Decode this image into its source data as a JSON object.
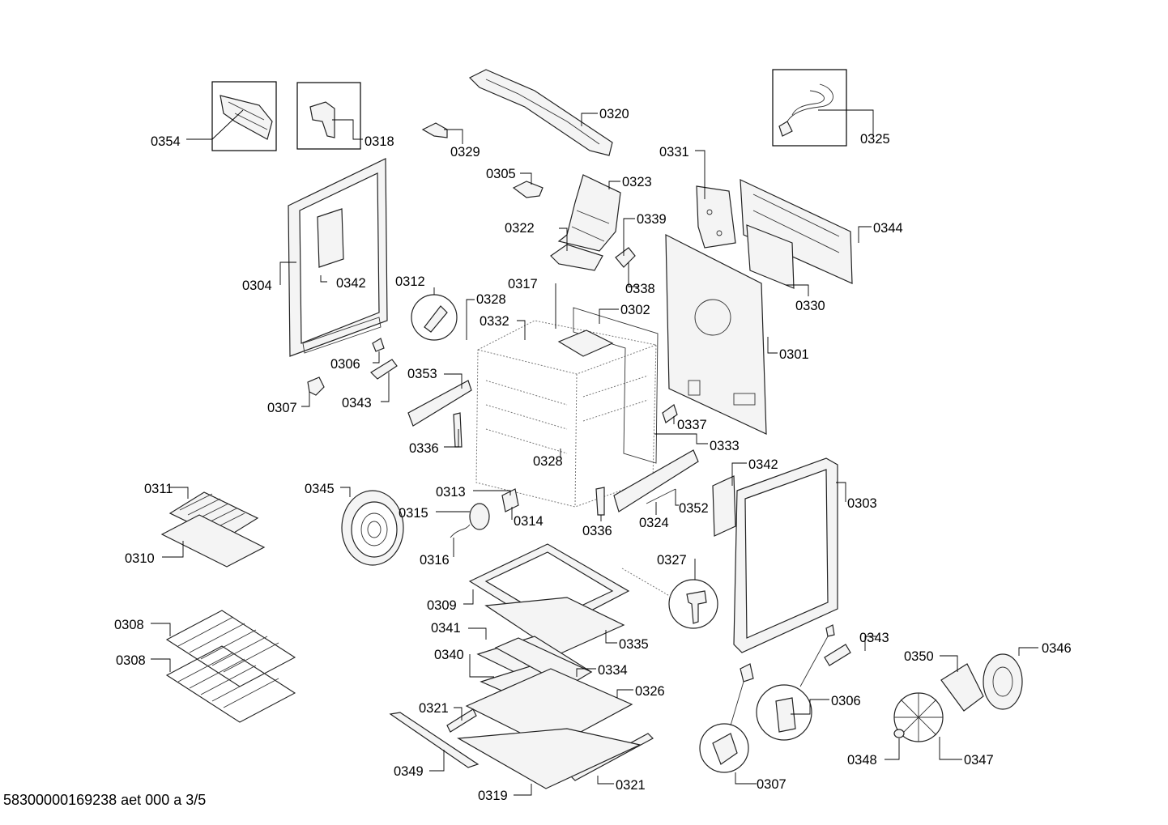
{
  "footer_text": "58300000169238 aet 000 a 3/5",
  "labels": {
    "l0354": "0354",
    "l0318": "0318",
    "l0329": "0329",
    "l0320": "0320",
    "l0325": "0325",
    "l0305": "0305",
    "l0323": "0323",
    "l0331": "0331",
    "l0322": "0322",
    "l0339": "0339",
    "l0344": "0344",
    "l0304": "0304",
    "l0342a": "0342",
    "l0338": "0338",
    "l0330": "0330",
    "l0312": "0312",
    "l0328a": "0328",
    "l0317": "0317",
    "l0302": "0302",
    "l0332": "0332",
    "l0306a": "0306",
    "l0301": "0301",
    "l0353": "0353",
    "l0343a": "0343",
    "l0307a": "0307",
    "l0337": "0337",
    "l0336a": "0336",
    "l0333": "0333",
    "l0328b": "0328",
    "l0342b": "0342",
    "l0311": "0311",
    "l0345": "0345",
    "l0313": "0313",
    "l0303": "0303",
    "l0315": "0315",
    "l0314": "0314",
    "l0352": "0352",
    "l0336b": "0336",
    "l0324": "0324",
    "l0310": "0310",
    "l0316": "0316",
    "l0327": "0327",
    "l0309": "0309",
    "l0308a": "0308",
    "l0341": "0341",
    "l0335": "0335",
    "l0343b": "0343",
    "l0346": "0346",
    "l0350": "0350",
    "l0308b": "0308",
    "l0340": "0340",
    "l0334": "0334",
    "l0326": "0326",
    "l0306b": "0306",
    "l0321a": "0321",
    "l0348": "0348",
    "l0347": "0347",
    "l0349": "0349",
    "l0307b": "0307",
    "l0319": "0319",
    "l0321b": "0321"
  }
}
